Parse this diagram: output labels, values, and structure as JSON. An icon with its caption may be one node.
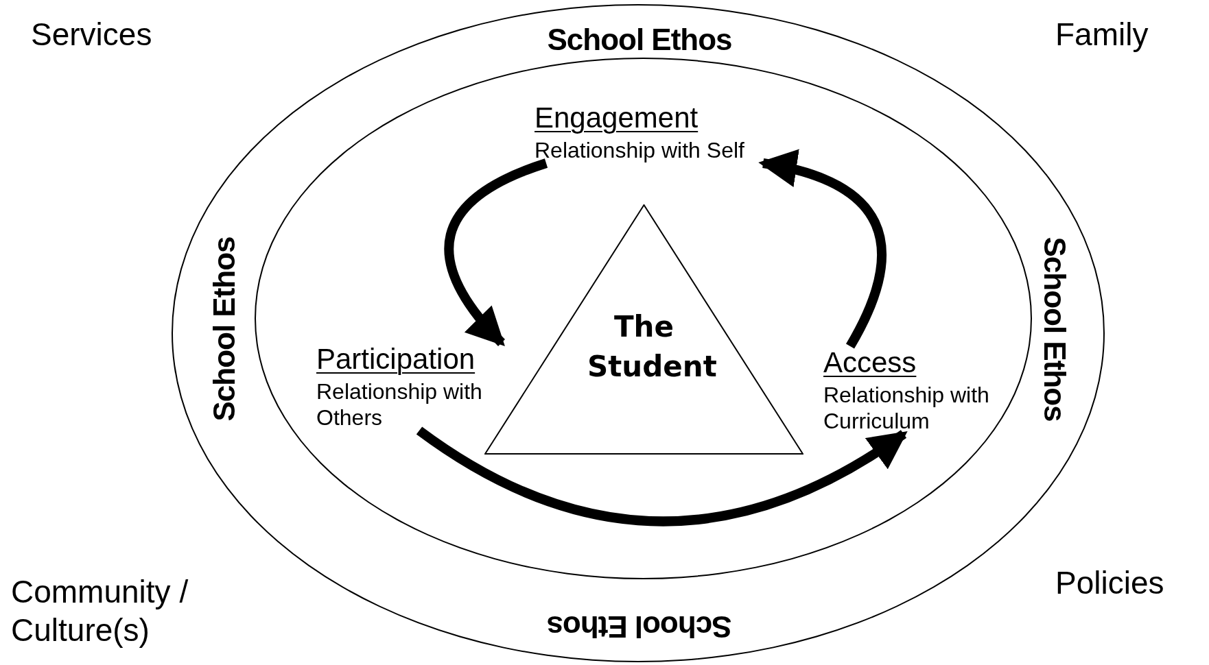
{
  "diagram": {
    "nodes": [
      {
        "text": [
          "School Ethos",
          "School Ethos",
          "School Ethos",
          "School Ethos"
        ]
      },
      {
        "text": [],
        "shape": "circle",
        "in": 0
      },
      {
        "text": [
          "Engagement",
          "Relationship with Self"
        ],
        "in": 1
      },
      {
        "text": [
          "Participation",
          "Relationship with Others"
        ],
        "in": 1
      },
      {
        "text": [
          "Access",
          "Relationship with Curriculum"
        ],
        "in": 1
      },
      {
        "text": [
          "The Student"
        ],
        "in": 1
      }
    ],
    "edges": [
      {
        "from": 2,
        "to": 3,
        "arrow": "to"
      },
      {
        "from": 3,
        "to": 4,
        "arrow": "to"
      },
      {
        "from": 4,
        "to": 2,
        "arrow": "to"
      }
    ],
    "labels": [
      "Services",
      "Family",
      "Community / Culture(s)",
      "Policies"
    ]
  }
}
